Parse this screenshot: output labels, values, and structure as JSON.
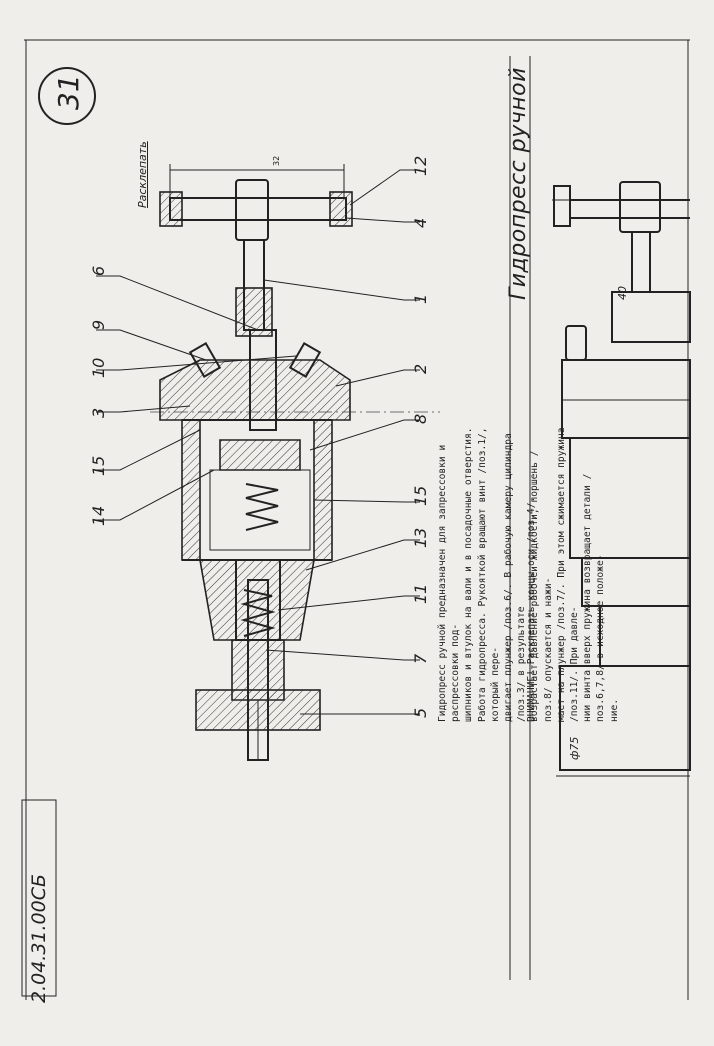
{
  "sheet_number": "31",
  "document_code": "2.04.31.00СБ",
  "title": "Гидропресс ручной",
  "rivet_note": "Расклепать",
  "dimensions": {
    "handle_span": "32",
    "side_length": "40",
    "flange_diameter": "ф75"
  },
  "position_labels": {
    "p12": "12",
    "p4": "4",
    "p1": "1",
    "p2": "2",
    "p8": "8",
    "p15r": "15",
    "p13": "13",
    "p11": "11",
    "p7": "7",
    "p5": "5",
    "p6": "6",
    "p9": "9",
    "p10": "10",
    "p3": "3",
    "p15l": "15",
    "p14": "14"
  },
  "description": [
    "Гидропресс ручной предназначен для запрессовки и распрессовки под-",
    "шипников и втулок на вали и в посадочные отверстия.",
    "Работа гидропресса. Рукояткой вращают винт /поз.1/, который пере-",
    "двигает плунжер /поз.6/. В рабочую камеру цилиндра /поз.3/ в результате",
    "возрастает давление рабочей жидкости, поршень /поз.8/ опускается и нажи-",
    "мает на плунжер /поз.7/. При этом сжимается пружина /поз.11/. При давле-",
    "нии винта вверх пружина возвращает детали /поз.6,7,8/ в исходное положе-",
    "ние."
  ],
  "warning": "ВНИМАНИЕ!   Расклепать концы оси /поз.4/."
}
